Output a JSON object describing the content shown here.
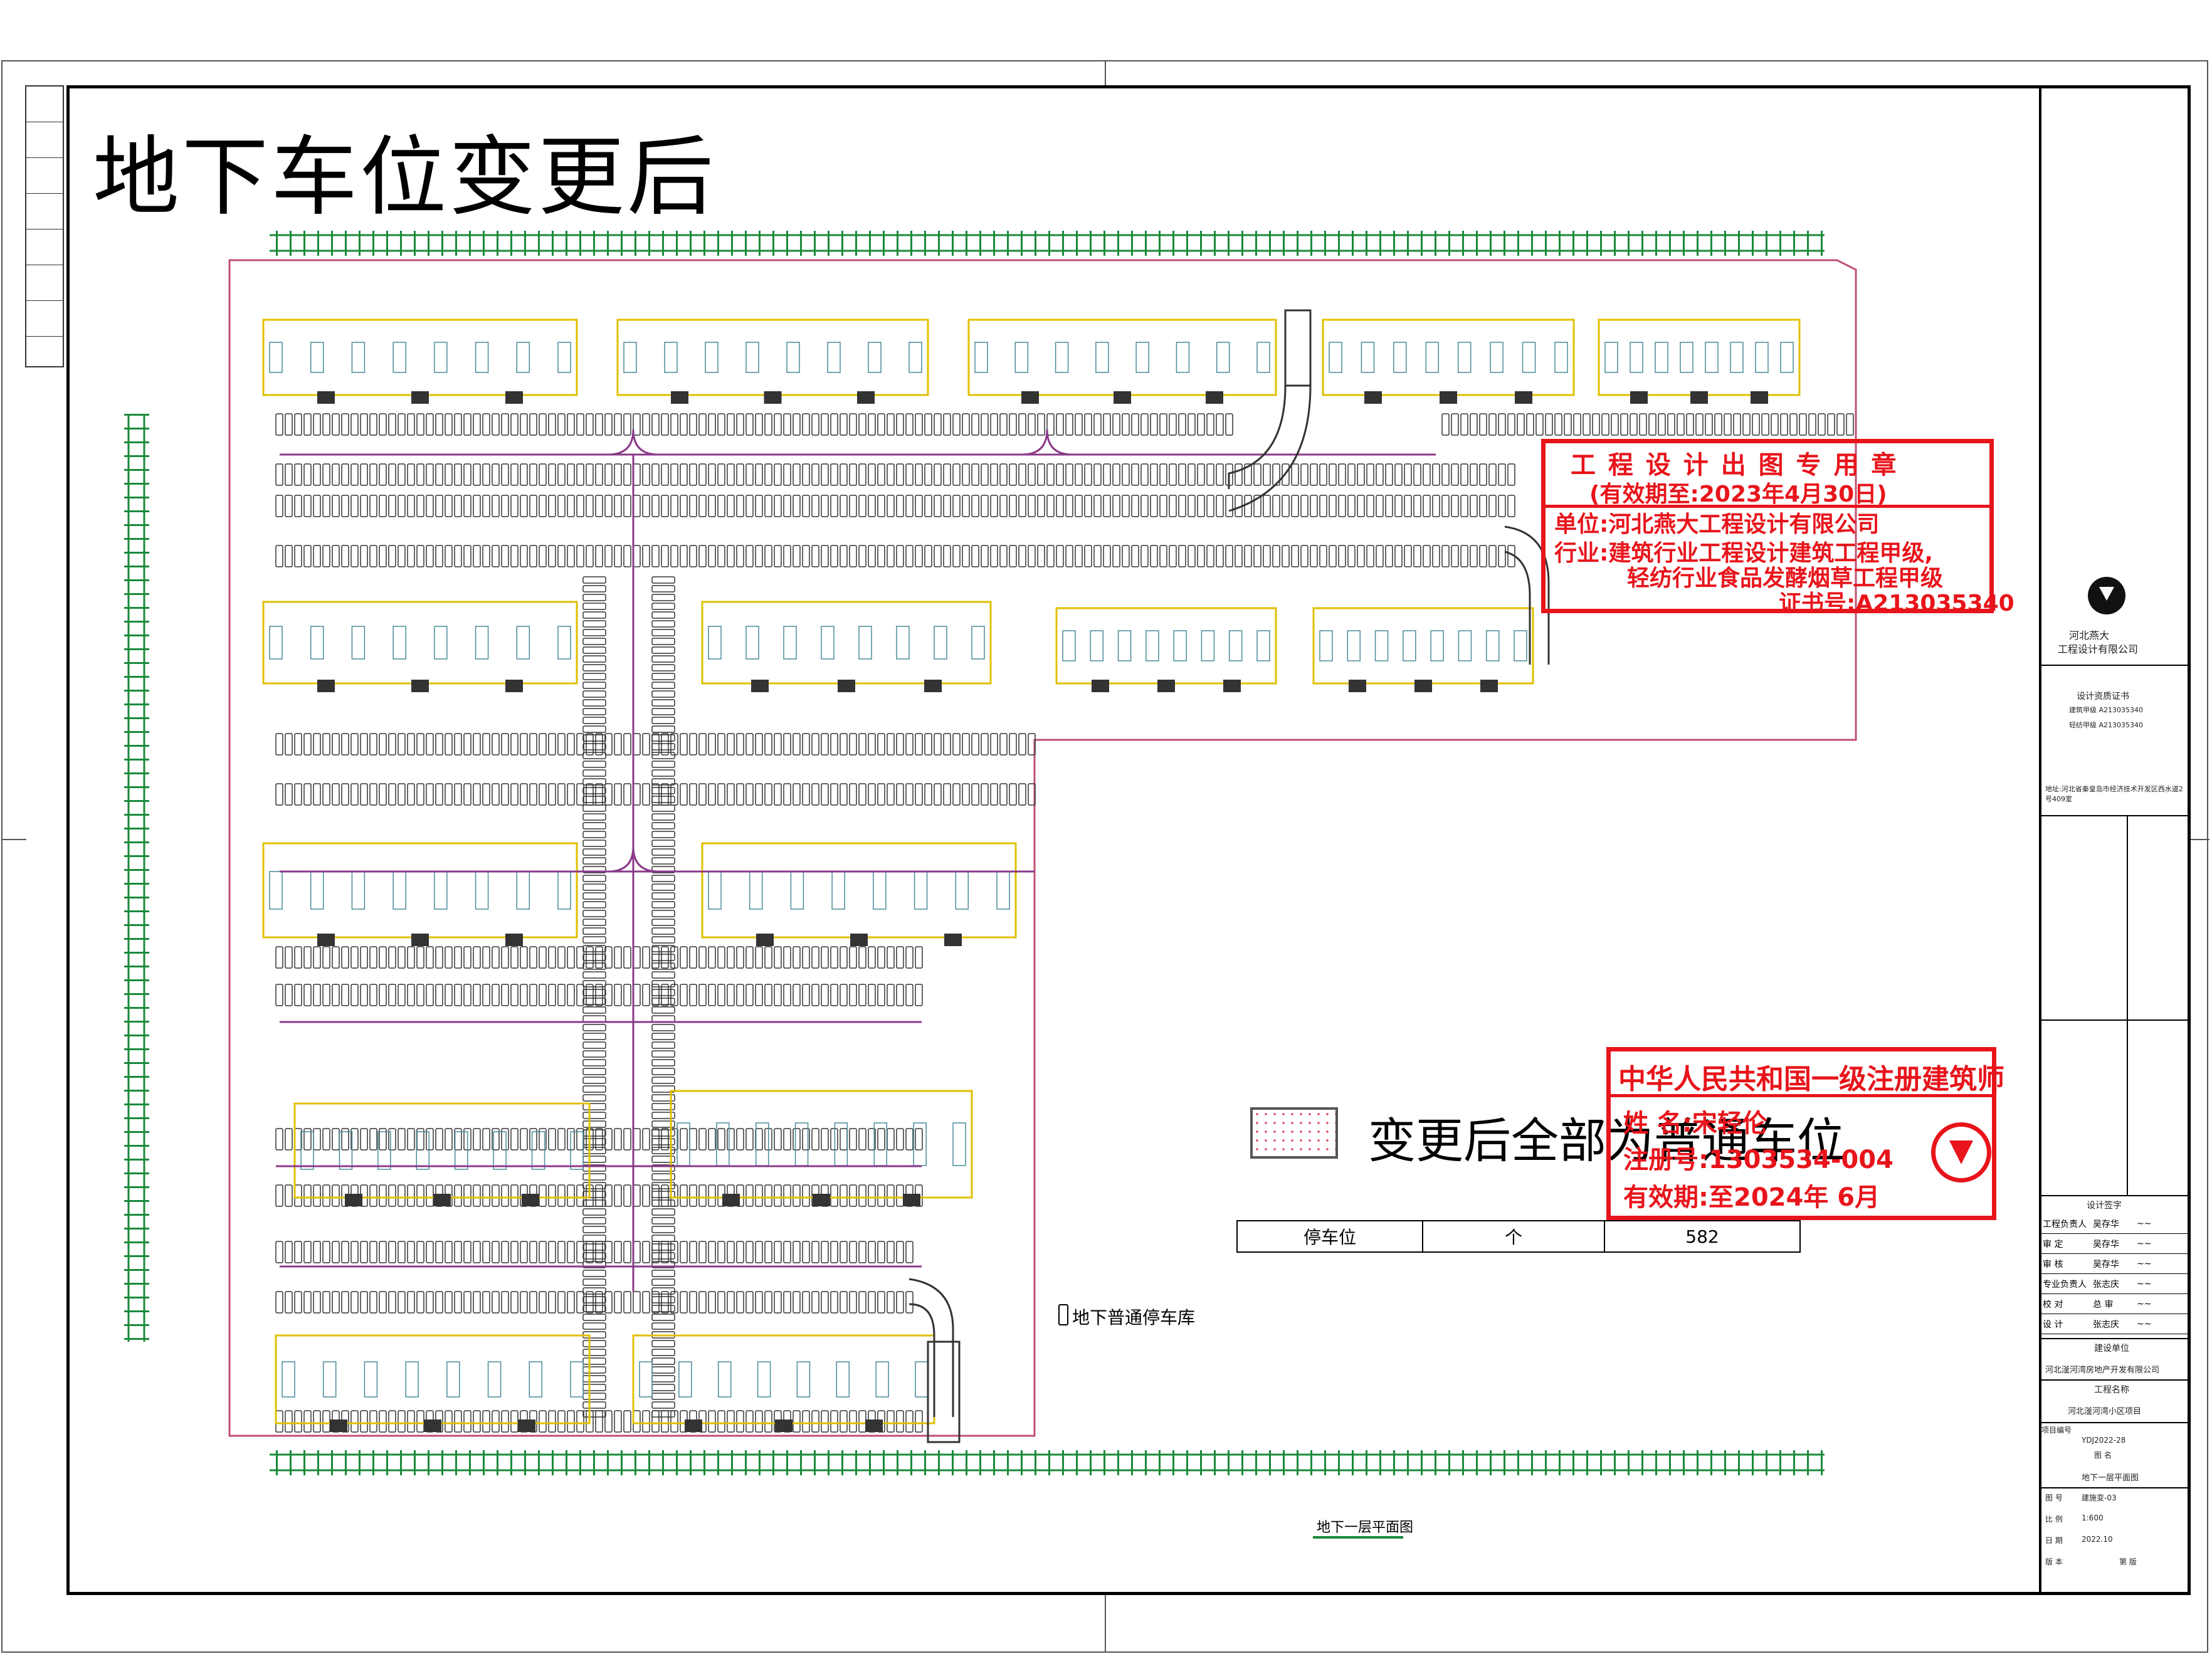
{
  "page": {
    "title": "地下车位变更后"
  },
  "legend": {
    "text": "变更后全部为普通车位",
    "swatch_color": "#d45"
  },
  "parking_table": {
    "label": "停车位",
    "unit": "个",
    "count": "582"
  },
  "garage": {
    "label": "地下普通停车库"
  },
  "plan": {
    "label": "地下一层平面图"
  },
  "stamp_design": {
    "line1": "工 程 设 计 出 图 专 用 章",
    "line2": "(有效期至:2023年4月30日)",
    "unit": "单位:河北燕大工程设计有限公司",
    "industry1": "行业:建筑行业工程设计建筑工程甲级,",
    "industry2": "轻纺行业食品发酵烟草工程甲级",
    "cert": "证书号:A213035340",
    "color": "#e8141b"
  },
  "stamp_architect": {
    "line1": "中华人民共和国一级注册建筑师",
    "name": "姓    名:宋轻伦",
    "reg": "注册号:1303534-004",
    "valid": "有效期:至2024年 6月"
  },
  "title_block": {
    "company1": "河北燕大",
    "company2": "工程设计有限公司",
    "cert_title": "设计资质证书",
    "cert1": "建筑甲级  A213035340",
    "cert2": "轻纺甲级  A213035340",
    "address": "地址:河北省秦皇岛市经济技术开发区西水道2号409室",
    "sign_title": "设计签字",
    "signers": [
      {
        "role": "工程负责人",
        "name": "吴存华"
      },
      {
        "role": "审  定",
        "name": "吴存华"
      },
      {
        "role": "审  核",
        "name": "吴存华"
      },
      {
        "role": "专业负责人",
        "name": "张志庆"
      },
      {
        "role": "校  对",
        "name": "总  审"
      },
      {
        "role": "设  计",
        "name": "张志庆"
      }
    ],
    "builder_label": "建设单位",
    "builder": "河北滏河湾房地产开发有限公司",
    "project_label": "工程名称",
    "project": "河北滏河湾小区项目",
    "project_no_label": "项目编号",
    "project_no": "YDJ2022-28",
    "drawing_name_label": "图    名",
    "drawing_name": "地下一层平面图",
    "drawing_no_label": "图    号",
    "drawing_no": "建施变-03",
    "scale_label": "比    例",
    "scale": "1:600",
    "date_label": "日    期",
    "date": "2022.10",
    "version_label": "版    本",
    "version": "第    版"
  }
}
